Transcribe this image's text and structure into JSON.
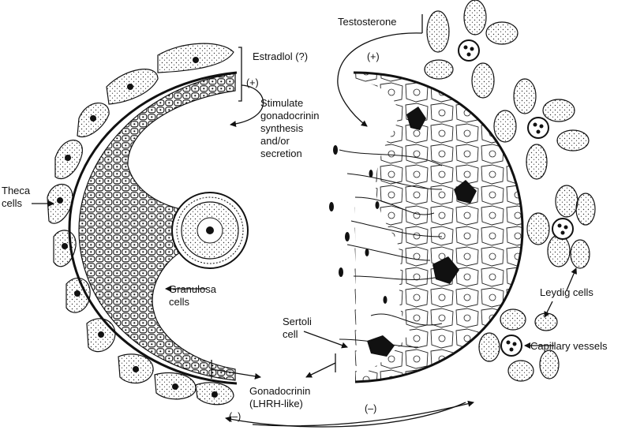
{
  "labels": {
    "testosterone": "Testosterone",
    "estradiol": "Estradlol (?)",
    "plus_top": "(+)",
    "plus_left": "(+)",
    "stimulate": "Stimulate\ngonadocrinin\nsynthesis\nand/or\nsecretion",
    "theca": "Theca\ncells",
    "granulosa": "Granulosa\ncells",
    "sertoli": "Sertoli\ncell",
    "gonadocrinin": "Gonadocrinin\n(LHRH-like)",
    "minus_left": "(–)",
    "minus_right": "(–)",
    "leydig": "Leydig cells",
    "capillary": "Capillary vessels"
  }
}
